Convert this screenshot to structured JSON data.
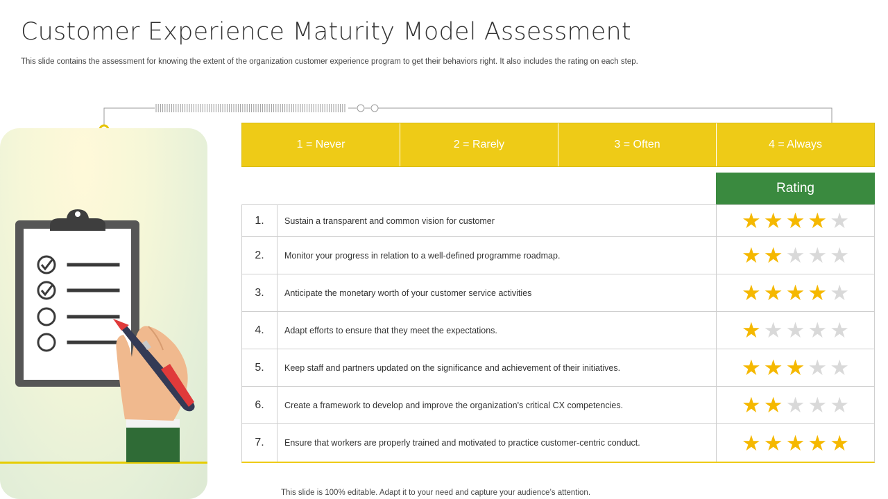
{
  "title": "Customer Experience Maturity Model Assessment",
  "subtitle": "This slide contains the assessment for knowing the extent of the organization customer experience program to get their behaviors right. It also includes the rating on each step.",
  "scale": [
    "1 = Never",
    "2 = Rarely",
    "3 = Often",
    "4 = Always"
  ],
  "rating_header": "Rating",
  "rows": [
    {
      "num": "1.",
      "text": "Sustain a transparent and common vision for customer",
      "stars": 4
    },
    {
      "num": "2.",
      "text": "Monitor your progress in relation to a well-defined  programme  roadmap.",
      "stars": 2
    },
    {
      "num": "3.",
      "text": "Anticipate the monetary worth of your customer service  activities",
      "stars": 4
    },
    {
      "num": "4.",
      "text": " Adapt efforts to ensure that they meet the expectations.",
      "stars": 1
    },
    {
      "num": "5.",
      "text": "Keep staff and partners updated on the significance and achievement  of their initiatives.",
      "stars": 3
    },
    {
      "num": "6.",
      "text": "Create a framework  to develop  and improve  the organization's critical CX  competencies.",
      "stars": 2
    },
    {
      "num": "7.",
      "text": "Ensure that workers are properly trained and motivated to practice customer-centric conduct.",
      "stars": 5
    }
  ],
  "max_stars": 5,
  "footer": "This slide is 100% editable. Adapt it to your need and capture your audience’s attention.",
  "colors": {
    "header_yellow": "#eecb17",
    "rating_green": "#3a8a3f",
    "star_on": "#f5b800",
    "star_off": "#d9d9d9"
  },
  "icons": [
    "clipboard-icon",
    "pen-icon",
    "hand-icon",
    "checkmark-icon",
    "star-icon"
  ]
}
